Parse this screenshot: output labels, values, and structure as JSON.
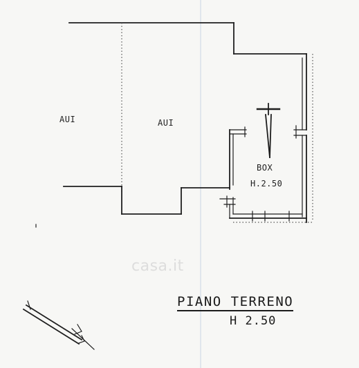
{
  "labels": {
    "left_room": "AUI",
    "middle_room": "AUI",
    "box_name": "BOX",
    "box_height": "H.2.50"
  },
  "title": {
    "main": "PIANO TERRENO",
    "height": "H 2.50"
  },
  "watermark": "casa.it",
  "colors": {
    "ink": "#1e1e1e",
    "paper": "#f7f7f5",
    "fold_line": "#c9d4e2"
  },
  "icons": [
    "north-arrow-icon"
  ]
}
